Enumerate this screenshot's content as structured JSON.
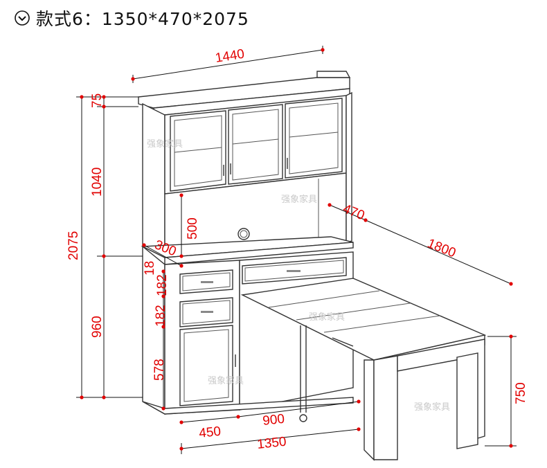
{
  "header": {
    "icon": "circle-chevron-down-icon",
    "title": "款式6：1350*470*2075"
  },
  "watermarks": [
    "强象家具",
    "强象家具",
    "强象家具",
    "强象家具",
    "强象家具"
  ],
  "dimensions": {
    "top_width": "1440",
    "hutch_top": "75",
    "hutch_height": "1040",
    "total_height": "2075",
    "niche_height": "500",
    "depth_top": "470",
    "table_length": "1800",
    "desk_depth": "300",
    "edge": "18",
    "drawer1": "182",
    "drawer2": "182",
    "lower_height": "960",
    "door_height": "578",
    "width_left": "450",
    "width_mid": "900",
    "total_width": "1350",
    "table_height": "750"
  },
  "colors": {
    "dimension": "#e10000",
    "line": "#333333",
    "marker": "#e10000"
  }
}
